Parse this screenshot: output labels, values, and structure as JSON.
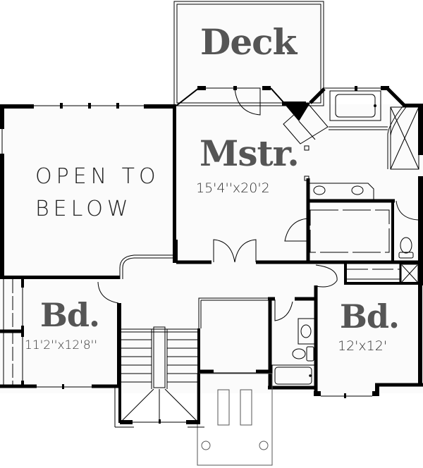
{
  "plan": {
    "rooms": {
      "deck": {
        "title": "Deck"
      },
      "master": {
        "title": "Mstr.",
        "dimensions": "15'4''x20'2"
      },
      "open_to_below": {
        "line1": "OPEN TO",
        "line2": "BELOW"
      },
      "bedroom_left": {
        "title": "Bd.",
        "dimensions": "11'2''x12'8''"
      },
      "bedroom_right": {
        "title": "Bd.",
        "dimensions": "12'x12'"
      }
    },
    "colors": {
      "wall": "#000000",
      "background": "#ffffff",
      "floor": "#fbfbfb",
      "title_text": "#555555"
    }
  }
}
